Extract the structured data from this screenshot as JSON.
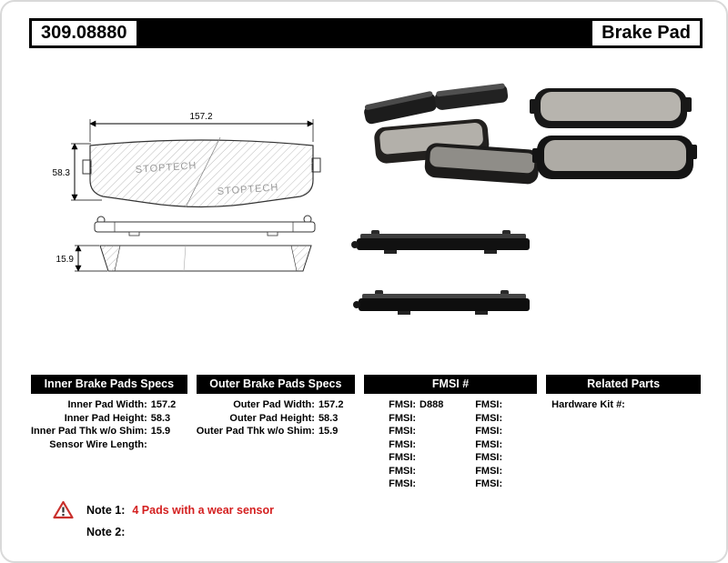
{
  "header": {
    "part_number": "309.08880",
    "product_type": "Brake Pad"
  },
  "diagram": {
    "dim_width": "157.2",
    "dim_height": "58.3",
    "dim_thickness": "15.9",
    "watermark": "STOPTECH"
  },
  "spec_tables": {
    "inner": {
      "title": "Inner Brake Pads Specs",
      "rows": [
        {
          "label": "Inner Pad Width:",
          "value": "157.2"
        },
        {
          "label": "Inner Pad Height:",
          "value": "58.3"
        },
        {
          "label": "Inner Pad Thk w/o Shim:",
          "value": "15.9"
        },
        {
          "label": "Sensor Wire Length:",
          "value": ""
        }
      ]
    },
    "outer": {
      "title": "Outer Brake Pads Specs",
      "rows": [
        {
          "label": "Outer Pad Width:",
          "value": "157.2"
        },
        {
          "label": "Outer Pad Height:",
          "value": "58.3"
        },
        {
          "label": "Outer Pad Thk w/o Shim:",
          "value": "15.9"
        }
      ]
    },
    "fmsi": {
      "title": "FMSI #",
      "left_rows": [
        {
          "label": "FMSI:",
          "value": "D888"
        },
        {
          "label": "FMSI:",
          "value": ""
        },
        {
          "label": "FMSI:",
          "value": ""
        },
        {
          "label": "FMSI:",
          "value": ""
        },
        {
          "label": "FMSI:",
          "value": ""
        },
        {
          "label": "FMSI:",
          "value": ""
        },
        {
          "label": "FMSI:",
          "value": ""
        }
      ],
      "right_rows": [
        {
          "label": "FMSI:",
          "value": ""
        },
        {
          "label": "FMSI:",
          "value": ""
        },
        {
          "label": "FMSI:",
          "value": ""
        },
        {
          "label": "FMSI:",
          "value": ""
        },
        {
          "label": "FMSI:",
          "value": ""
        },
        {
          "label": "FMSI:",
          "value": ""
        },
        {
          "label": "FMSI:",
          "value": ""
        }
      ]
    },
    "related": {
      "title": "Related Parts",
      "rows": [
        {
          "label": "Hardware Kit #:",
          "value": ""
        }
      ]
    }
  },
  "notes": {
    "note1_label": "Note 1:",
    "note1_text": "4 Pads with a wear sensor",
    "note2_label": "Note 2:",
    "note2_text": ""
  }
}
